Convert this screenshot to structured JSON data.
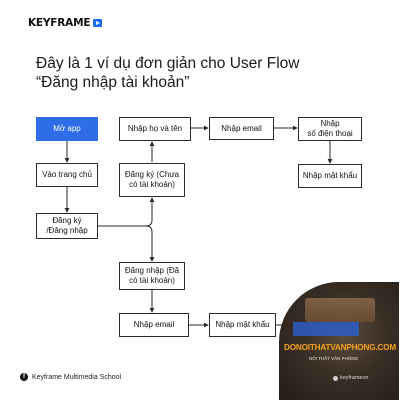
{
  "brand": {
    "name": "KEYFRAME",
    "badge_icon": "play-icon",
    "accent": "#1e6cf2"
  },
  "title": {
    "line1": "Đây là 1 ví dụ đơn giản cho User Flow",
    "line2": "“Đăng nhập tài khoản”"
  },
  "flow": {
    "nodes": {
      "open_app": "Mở app",
      "home": "Vào trang chủ",
      "signup_login": "Đăng ký\n/Đăng nhập",
      "signup_no_account": "Đăng ký (Chưa có tài khoản)",
      "login_has_account": "Đăng nhập (Đã có tài khoản)",
      "enter_name": "Nhập họ và tên",
      "enter_email_top": "Nhập email",
      "enter_phone": "Nhập\nsố điện thoại",
      "enter_password_top": "Nhập mật khẩu",
      "enter_email_bottom": "Nhập email",
      "enter_password_bottom": "Nhập mật khẩu"
    },
    "primary_color": "#2f6de8"
  },
  "footer": {
    "icon": "facebook-icon",
    "label": "Keyframe Multimedia School"
  },
  "watermark": {
    "text": "DONOITHATVANPHONG.COM",
    "subtext": "NỘI THẤT VĂN PHÒNG",
    "handle": "keyframevn",
    "accent": "#f4a21d"
  }
}
